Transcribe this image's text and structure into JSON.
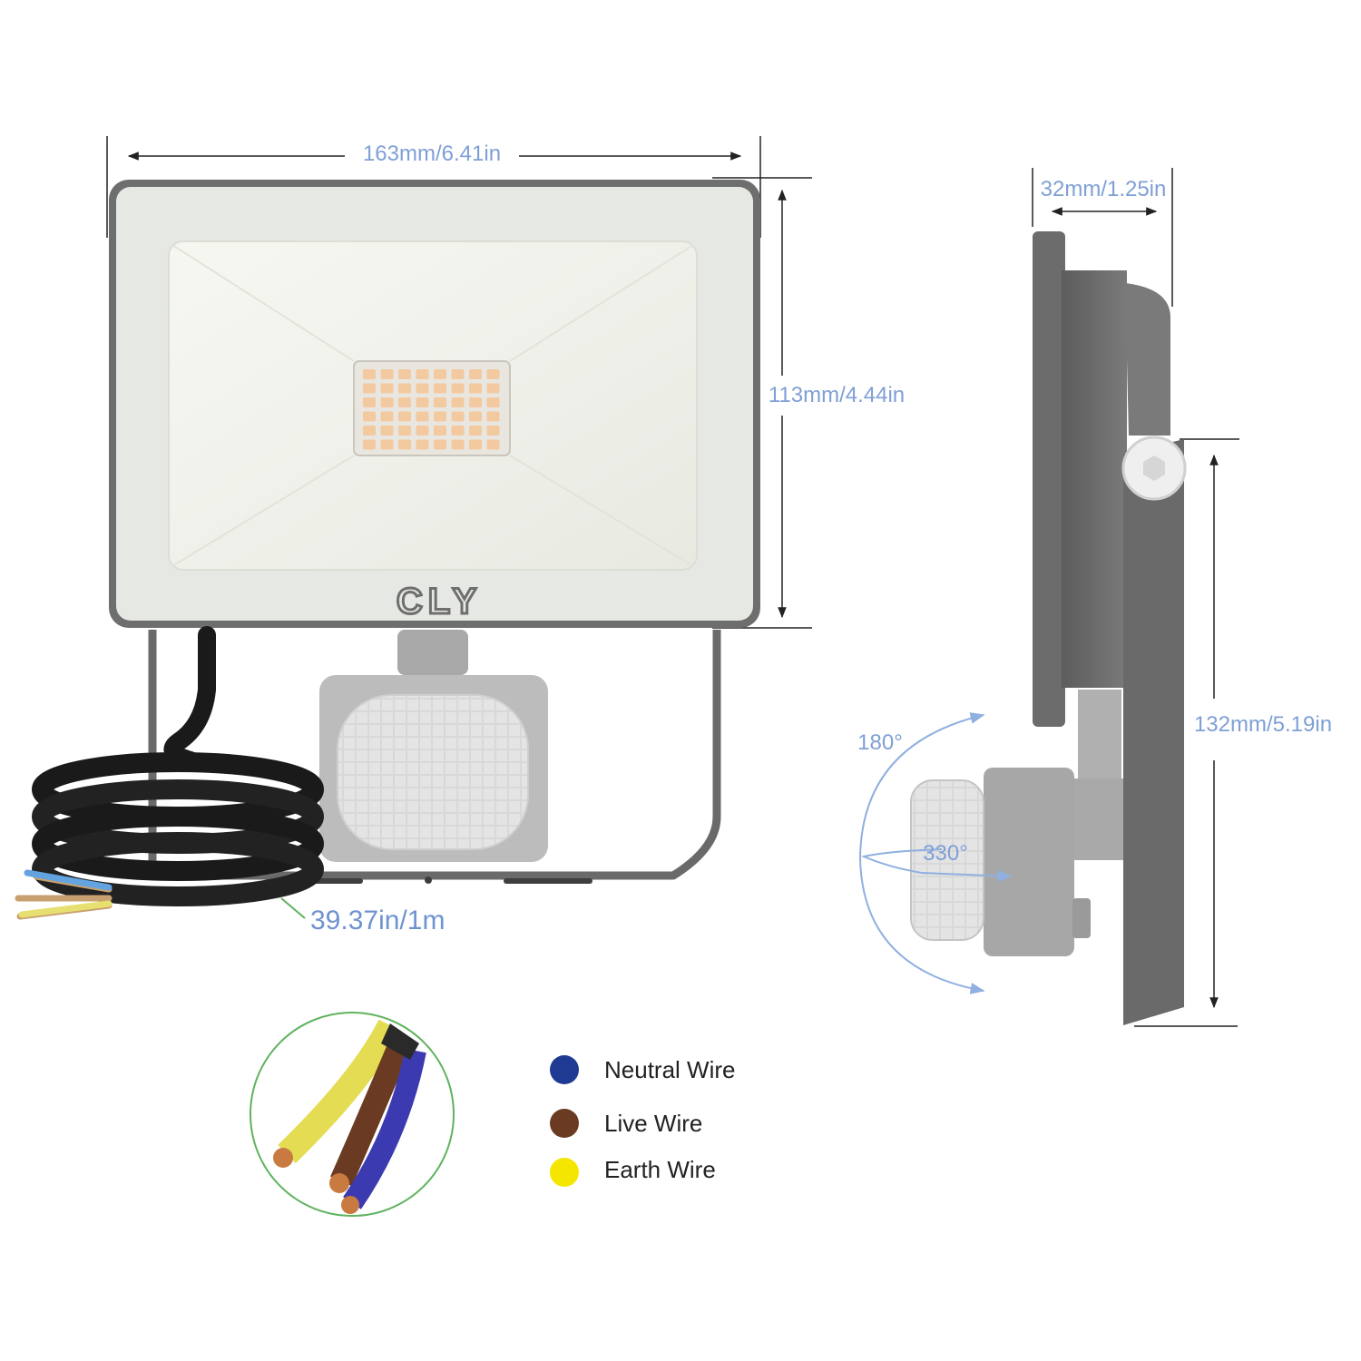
{
  "brand": "CLY",
  "dimensions": {
    "width": "163mm/6.41in",
    "height": "113mm/4.44in",
    "depth": "32mm/1.25in",
    "total_height": "132mm/5.19in",
    "cable_length": "39.37in/1m",
    "sensor_vertical_angle": "180°",
    "sensor_horizontal_angle": "330°"
  },
  "legend": [
    {
      "label": "Neutral Wire",
      "color": "#1f3a93"
    },
    {
      "label": "Live Wire",
      "color": "#6b3a22"
    },
    {
      "label": "Earth Wire",
      "color": "#f5e600"
    }
  ],
  "colors": {
    "dimension_text": "#7f9fd6",
    "housing": "#6e6e6e",
    "frame_face": "#e6e8e3",
    "led_panel": "#f3f4ee",
    "led_chip": "#f3c9a0",
    "sensor": "#bcbcbc",
    "cable": "#1a1a1a",
    "magnifier_ring": "#5fb25f"
  }
}
